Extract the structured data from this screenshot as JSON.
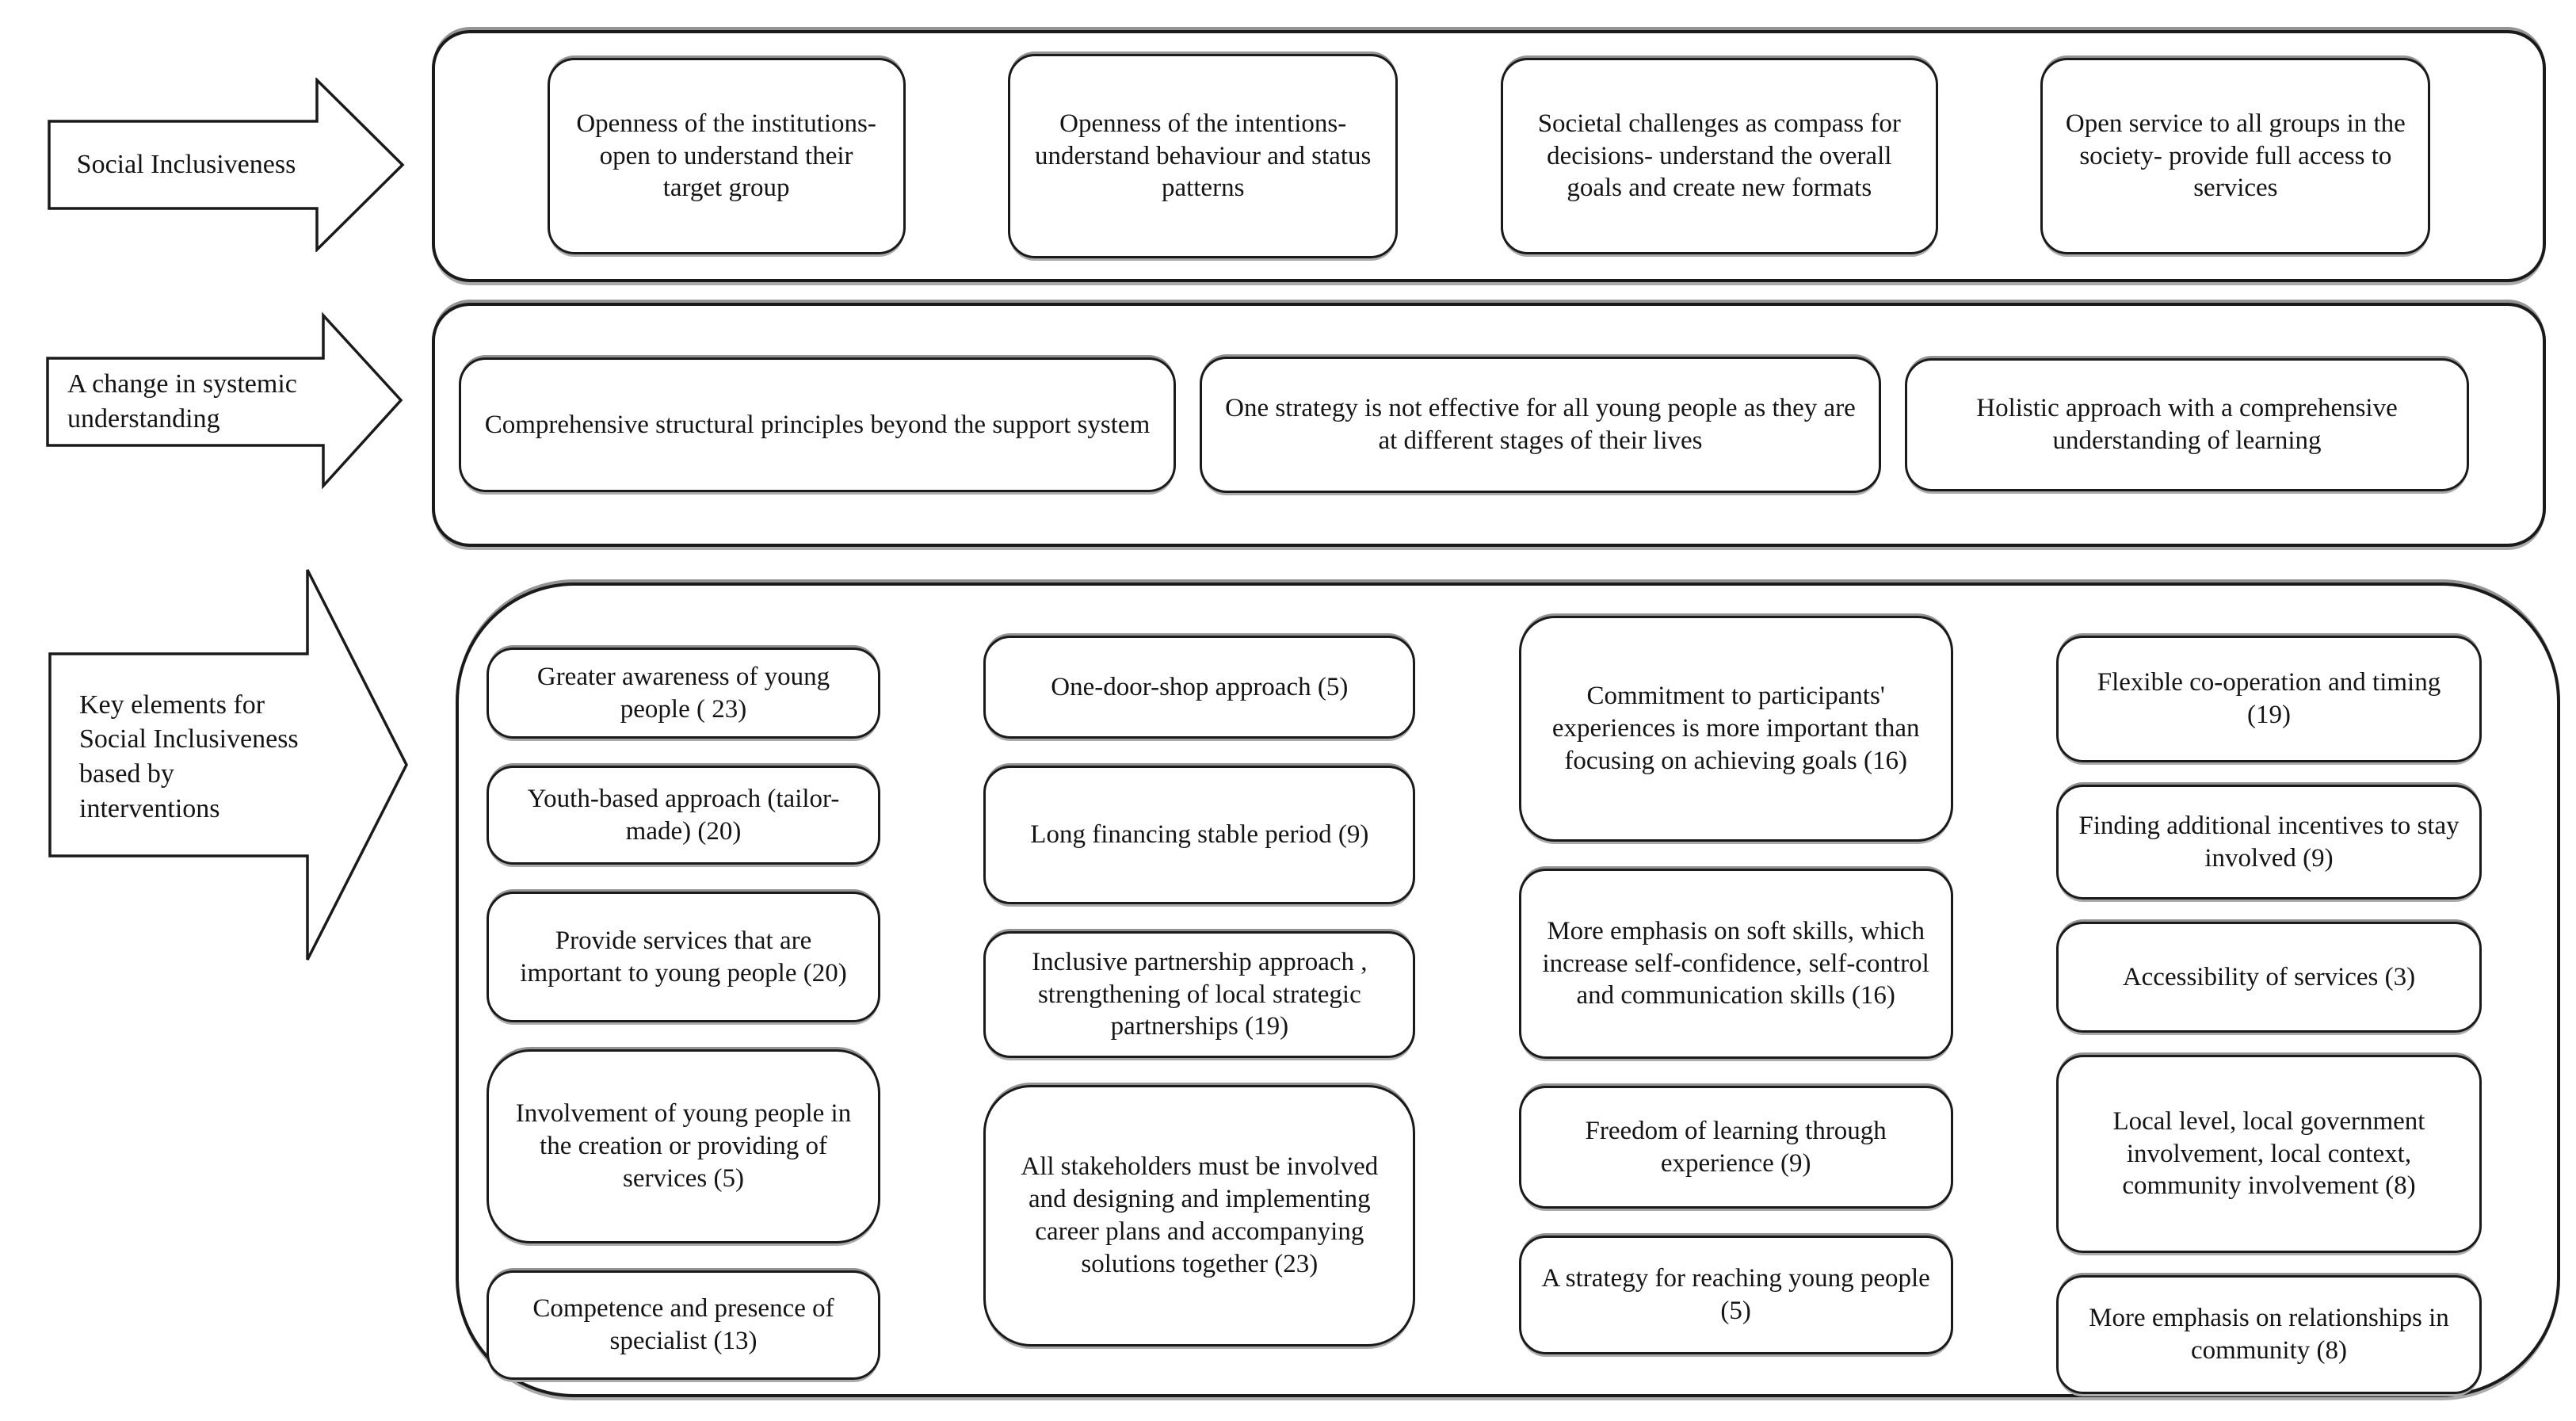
{
  "figure": {
    "rows": [
      {
        "label": "Social Inclusiveness",
        "items": [
          "Openness of the institutions- open to understand their target group",
          "Openness of the intentions- understand behaviour and status patterns",
          "Societal challenges as compass for decisions- understand the overall goals and create new formats",
          "Open service to all groups in the society- provide full access to services"
        ]
      },
      {
        "label": "A change in systemic understanding",
        "items": [
          "Comprehensive structural principles beyond the support system",
          "One strategy is not effective for all young people as they are at different stages of their lives",
          "Holistic approach with a comprehensive understanding of learning"
        ]
      },
      {
        "label": "Key elements for Social Inclusiveness based by interventions",
        "columns": [
          [
            "Greater awareness of young people ( 23)",
            "Youth-based approach (tailor-made) (20)",
            "Provide services that are important to young people (20)",
            "Involvement of young people in the creation or providing of services (5)",
            "Competence and presence of specialist (13)"
          ],
          [
            "One-door-shop approach (5)",
            "Long financing stable period (9)",
            "Inclusive partnership approach , strengthening of local strategic partnerships (19)",
            "All stakeholders must be involved and designing and implementing career plans and accompanying solutions together (23)"
          ],
          [
            "Commitment to participants' experiences is more important than focusing on achieving goals (16)",
            "More emphasis on soft skills, which increase self-confidence, self-control and communication skills (16)",
            "Freedom of learning through experience (9)",
            "A strategy for reaching young people (5)"
          ],
          [
            "Flexible co-operation and timing (19)",
            "Finding additional incentives to stay involved (9)",
            "Accessibility of services (3)",
            "Local level, local government involvement, local context, community involvement (8)",
            "More emphasis on relationships in community (8)"
          ]
        ]
      }
    ],
    "colors": {
      "stroke": "#1a1a1a",
      "shadow": "#999999",
      "background": "#ffffff"
    }
  }
}
